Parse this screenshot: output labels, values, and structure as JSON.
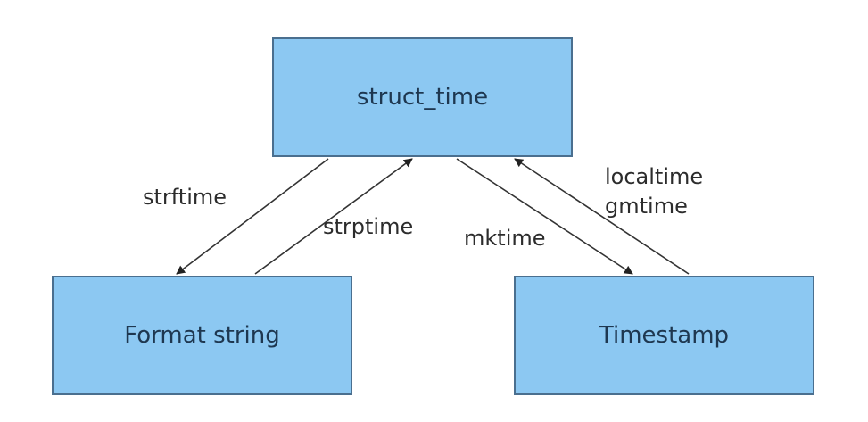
{
  "nodes": {
    "struct_time": "struct_time",
    "format_string": "Format string",
    "timestamp": "Timestamp"
  },
  "edges": {
    "strftime": "strftime",
    "strptime": "strptime",
    "mktime": "mktime",
    "localtime": "localtime",
    "gmtime": "gmtime"
  },
  "colors": {
    "box_fill": "#8cc8f2",
    "box_border": "#4a6f8f",
    "text": "#1e3750",
    "line": "#333333"
  }
}
